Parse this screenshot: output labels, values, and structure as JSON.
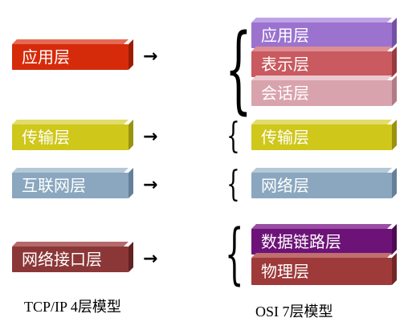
{
  "tcpip": {
    "layers": [
      "应用层",
      "传输层",
      "互联网层",
      "网络接口层"
    ],
    "caption": "TCP/IP  4层模型"
  },
  "osi": {
    "layers": [
      "应用层",
      "表示层",
      "会话层",
      "传输层",
      "网络层",
      "数据链路层",
      "物理层"
    ],
    "caption": "OSI  7层模型"
  },
  "symbols": {
    "arrow": "→",
    "brace": "{"
  },
  "colors": {
    "tcp_application": "#d62b0b",
    "tcp_transport": "#cfc71a",
    "tcp_internet": "#8aa7bf",
    "tcp_network_interface": "#8c3737",
    "osi_application": "#9b73cf",
    "osi_presentation": "#c85a60",
    "osi_session": "#d9a3ad",
    "osi_transport": "#cfc71a",
    "osi_network": "#8aa7bf",
    "osi_data_link": "#6d1378",
    "osi_physical": "#9e3a3a"
  }
}
